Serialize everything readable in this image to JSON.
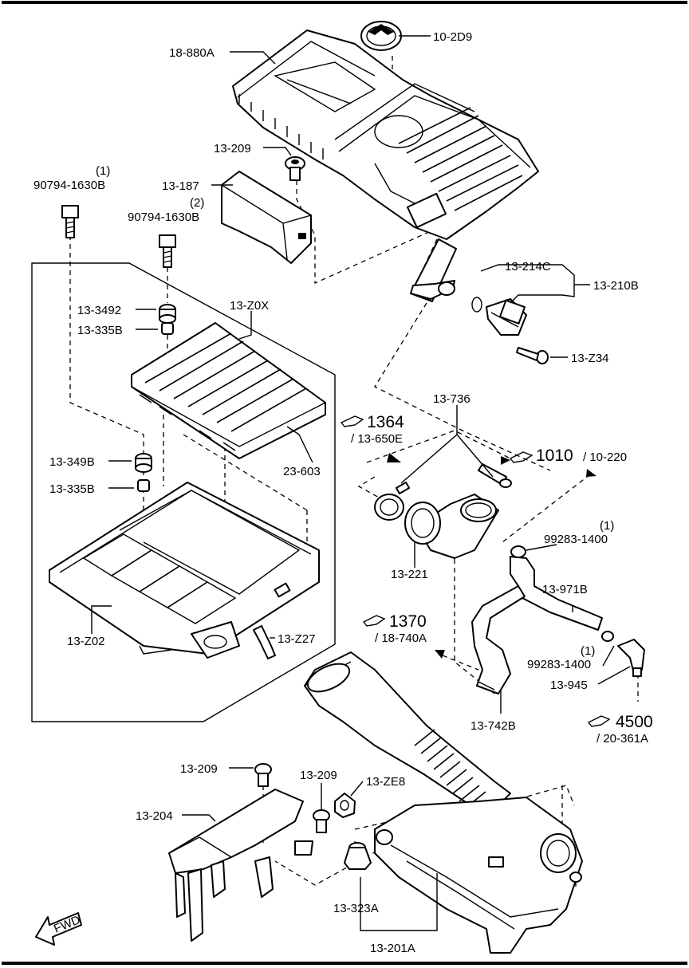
{
  "diagram": {
    "labels": {
      "l_18880A": "18-880A",
      "l_102D9": "10-2D9",
      "l_13209a": "13-209",
      "l_13187": "13-187",
      "l_90794a_qty": "(1)",
      "l_90794a": "90794-1630B",
      "l_90794b_qty": "(2)",
      "l_90794b": "90794-1630B",
      "l_13214C": "13-214C",
      "l_13210B": "13-210B",
      "l_13Z34": "13-Z34",
      "l_133492": "13-3492",
      "l_13335Ba": "13-335B",
      "l_13Z0X": "13-Z0X",
      "l_23603": "23-603",
      "l_13349B": "13-349B",
      "l_13335Bb": "13-335B",
      "l_13736": "13-736",
      "l_1364": "1364",
      "l_13650E": "/ 13-650E",
      "l_1010": "1010",
      "l_10220": "/ 10-220",
      "l_99283a_qty": "(1)",
      "l_99283a": "99283-1400",
      "l_13221": "13-221",
      "l_13971B": "13-971B",
      "l_13Z02": "13-Z02",
      "l_13Z27": "13-Z27",
      "l_1370": "1370",
      "l_18740A": "/ 18-740A",
      "l_99283b_qty": "(1)",
      "l_99283b": "99283-1400",
      "l_13945": "13-945",
      "l_13742B": "13-742B",
      "l_4500": "4500",
      "l_20361A": "/ 20-361A",
      "l_13209b": "13-209",
      "l_13209c": "13-209",
      "l_13ZE8": "13-ZE8",
      "l_13204": "13-204",
      "l_13323A": "13-323A",
      "l_13201A": "13-201A",
      "fwd": "FWD"
    }
  }
}
